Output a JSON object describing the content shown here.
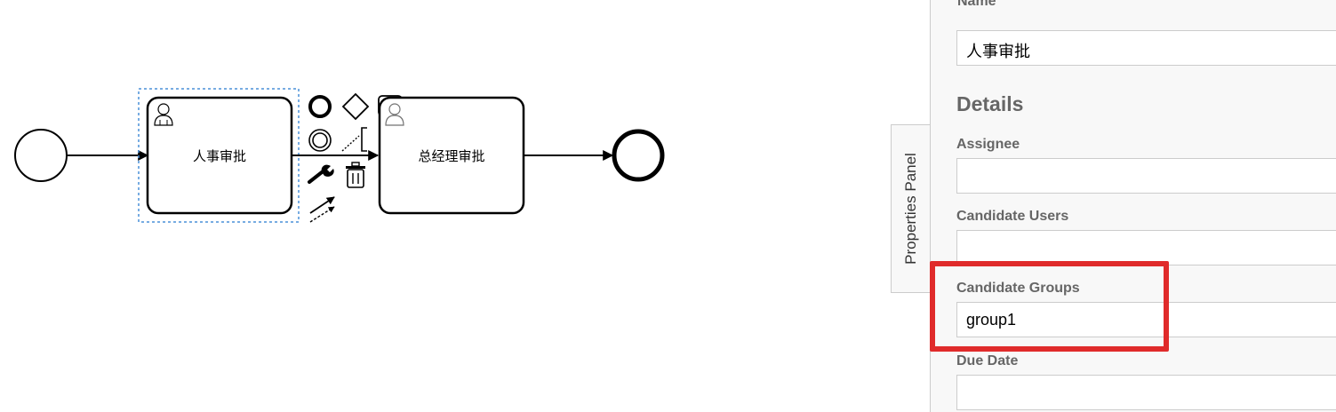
{
  "diagram": {
    "task1_label": "人事审批",
    "task2_label": "总经理审批"
  },
  "properties_panel": {
    "toggle_label": "Properties Panel",
    "name_input_value": "人事审批",
    "details_title": "Details",
    "fields": {
      "assignee_label": "Assignee",
      "assignee_value": "",
      "candidate_users_label": "Candidate Users",
      "candidate_users_value": "",
      "candidate_groups_label": "Candidate Groups",
      "candidate_groups_value": "group1",
      "due_date_label": "Due Date",
      "due_date_value": ""
    }
  },
  "colors": {
    "highlight": "#e02b2b",
    "selection": "#4a90d9"
  }
}
